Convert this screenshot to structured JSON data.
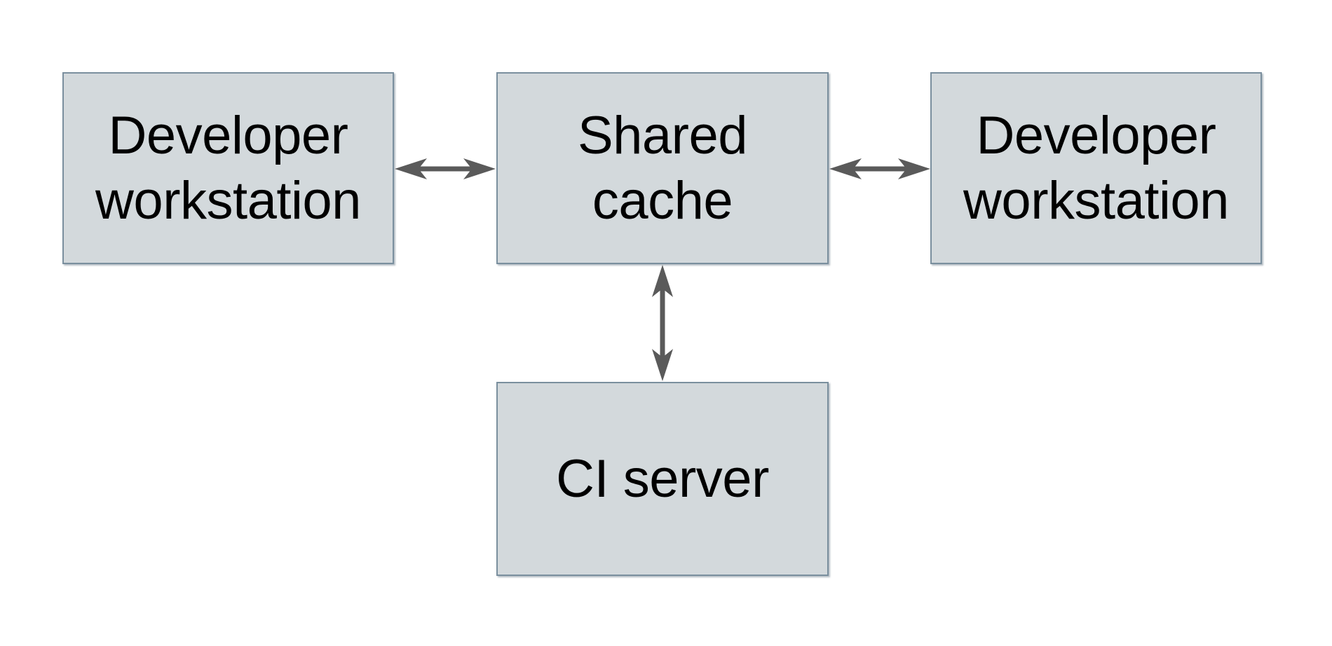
{
  "diagram": {
    "type": "architecture-diagram",
    "background": "#ffffff",
    "nodes": [
      {
        "id": "developer-workstation-left",
        "label": "Developer\nworkstation"
      },
      {
        "id": "shared-cache",
        "label": "Shared\ncache"
      },
      {
        "id": "developer-workstation-right",
        "label": "Developer\nworkstation"
      },
      {
        "id": "ci-server",
        "label": "CI server"
      }
    ],
    "edges": [
      {
        "from": "developer-workstation-left",
        "to": "shared-cache",
        "type": "bidirectional-arrow",
        "orientation": "horizontal"
      },
      {
        "from": "shared-cache",
        "to": "developer-workstation-right",
        "type": "bidirectional-arrow",
        "orientation": "horizontal"
      },
      {
        "from": "shared-cache",
        "to": "ci-server",
        "type": "bidirectional-arrow",
        "orientation": "vertical"
      }
    ],
    "colors": {
      "node_fill": "#d3d9dc",
      "node_border": "#7a8f9e",
      "arrow": "#5a5a5a",
      "text": "#000000",
      "background": "#ffffff"
    }
  }
}
